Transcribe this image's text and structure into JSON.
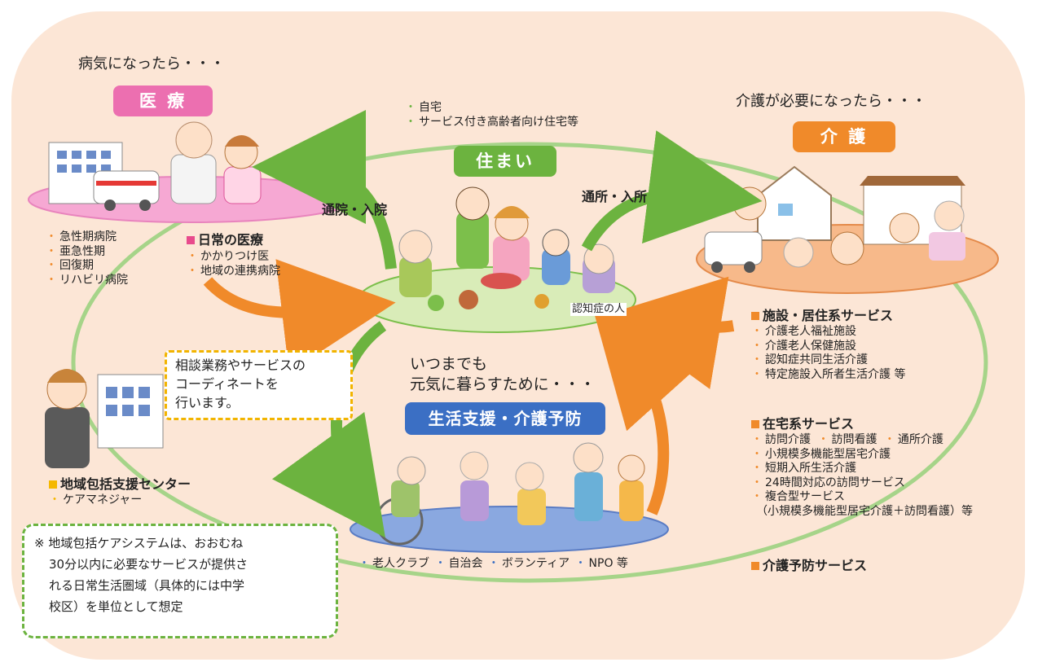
{
  "medical": {
    "trigger": "病気になったら・・・",
    "title": "医 療",
    "hospitals": [
      "急性期病院",
      "亜急性期",
      "回復期",
      "リハビリ病院"
    ],
    "daily_heading": "日常の医療",
    "daily_items": [
      "かかりつけ医",
      "地域の連携病院"
    ]
  },
  "housing": {
    "items": [
      "自宅",
      "サービス付き高齢者向け住宅等"
    ],
    "title": "住まい",
    "person_label": "認知症の人"
  },
  "care": {
    "trigger": "介護が必要になったら・・・",
    "title": "介 護",
    "facility_heading": "施設・居住系サービス",
    "facility_items": [
      "介護老人福祉施設",
      "介護老人保健施設",
      "認知症共同生活介護",
      "特定施設入所者生活介護 等"
    ],
    "home_heading": "在宅系サービス",
    "home_items": [
      "訪問介護",
      "訪問看護",
      "通所介護",
      "小規模多機能型居宅介護",
      "短期入所生活介護",
      "24時間対応の訪問サービス",
      "複合型サービス",
      "（小規模多機能型居宅介護＋訪問看護）等"
    ],
    "prevention_heading": "介護予防サービス"
  },
  "arrows": {
    "to_medical": "通院・入院",
    "to_care": "通所・入所"
  },
  "support": {
    "lead_line1": "いつまでも",
    "lead_line2": "元気に暮らすために・・・",
    "title": "生活支援・介護予防",
    "groups": [
      "老人クラブ",
      "自治会",
      "ボランティア",
      "NPO 等"
    ]
  },
  "center": {
    "callout_lines": [
      "相談業務やサービスの",
      "コーディネートを",
      "行います。"
    ],
    "heading": "地域包括支援センター",
    "item": "ケアマネジャー"
  },
  "note": {
    "lines": [
      "※ 地域包括ケアシステムは、おおむね",
      "30分以内に必要なサービスが提供さ",
      "れる日常生活圏域（具体的には中学",
      "校区）を単位として想定"
    ]
  },
  "colors": {
    "background": "#fce6d6",
    "ring": "#9fd07a",
    "medical": "#ec6fb0",
    "housing": "#6cb33f",
    "care": "#f08a2a",
    "support": "#3b6fc4",
    "arrow_green": "#6cb33f",
    "arrow_orange": "#f08a2a"
  }
}
